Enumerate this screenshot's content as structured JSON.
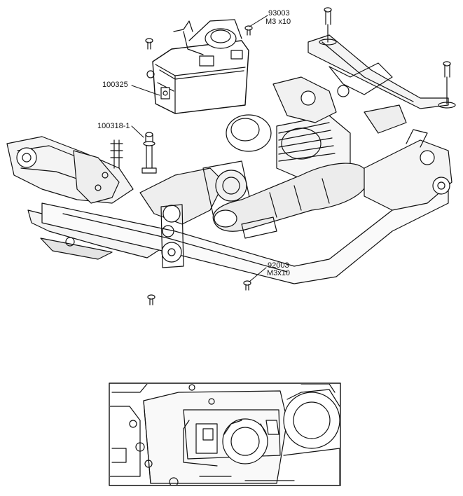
{
  "callouts": [
    {
      "part": "93003",
      "spec": "M3 x10"
    },
    {
      "part": "100325",
      "spec": ""
    },
    {
      "part": "100318-1",
      "spec": ""
    },
    {
      "part": "92003",
      "spec": "M3x10"
    }
  ],
  "colors": {
    "line": "#111111",
    "paper": "#ffffff",
    "shade": "#cfcfcf"
  }
}
